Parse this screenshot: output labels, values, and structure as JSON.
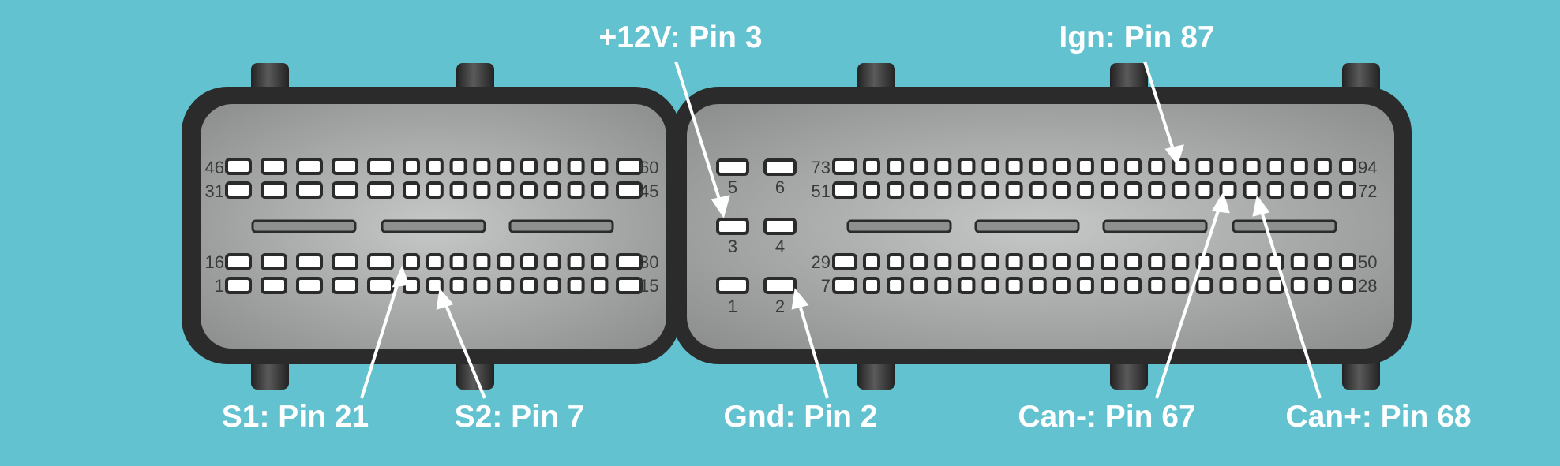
{
  "colors": {
    "background": "#63c2d0",
    "housing": "#2b2b2b",
    "face_light": "#c6c8c8",
    "face_dark": "#8c8e8e",
    "pin_fill": "#ffffff",
    "pin_border": "#2b2b2b",
    "label_text": "#ffffff",
    "pin_number_text": "#3a3a3a"
  },
  "callouts": {
    "v12": "+12V: Pin 3",
    "ign": "Ign: Pin 87",
    "s1": "S1: Pin 21",
    "s2": "S2: Pin 7",
    "gnd": "Gnd: Pin 2",
    "can_minus": "Can-: Pin 67",
    "can_plus": "Can+: Pin 68"
  },
  "left_block": {
    "row_labels": {
      "top_left": "46",
      "top_right": "60",
      "second_left": "31",
      "second_right": "45",
      "third_left": "16",
      "third_right": "30",
      "bottom_left": "1",
      "bottom_right": "15"
    }
  },
  "power_block": {
    "pin_labels": [
      "5",
      "6",
      "3",
      "4",
      "1",
      "2"
    ]
  },
  "right_block": {
    "row_labels": {
      "top_left": "73",
      "top_right": "94",
      "second_left": "51",
      "second_right": "72",
      "third_left": "29",
      "third_right": "50",
      "bottom_left": "7",
      "bottom_right": "28"
    }
  }
}
